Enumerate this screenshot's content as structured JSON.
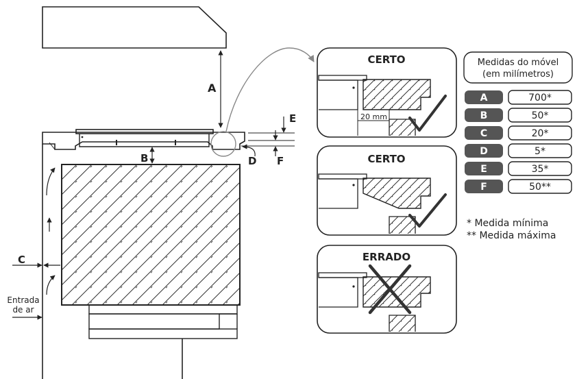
{
  "main": {
    "dimension_letters": {
      "a": "A",
      "b": "B",
      "c": "C",
      "d": "D",
      "e": "E",
      "f": "F"
    },
    "air_inlet_line1": "Entrada",
    "air_inlet_line2": "de ar"
  },
  "panels": [
    {
      "title": "CERTO",
      "gap_label": "20 mm",
      "mark": "check"
    },
    {
      "title": "CERTO",
      "mark": "check"
    },
    {
      "title": "ERRADO",
      "mark": "cross"
    }
  ],
  "table": {
    "header_line1": "Medidas do móvel",
    "header_line2": "(em milímetros)",
    "rows": [
      {
        "key": "A",
        "value": "700*"
      },
      {
        "key": "B",
        "value": "50*"
      },
      {
        "key": "C",
        "value": "20*"
      },
      {
        "key": "D",
        "value": "5*"
      },
      {
        "key": "E",
        "value": "35*"
      },
      {
        "key": "F",
        "value": "50**"
      }
    ],
    "note_min": "* Medida mínima",
    "note_max": "** Medida máxima",
    "key_fill": "#555555"
  }
}
